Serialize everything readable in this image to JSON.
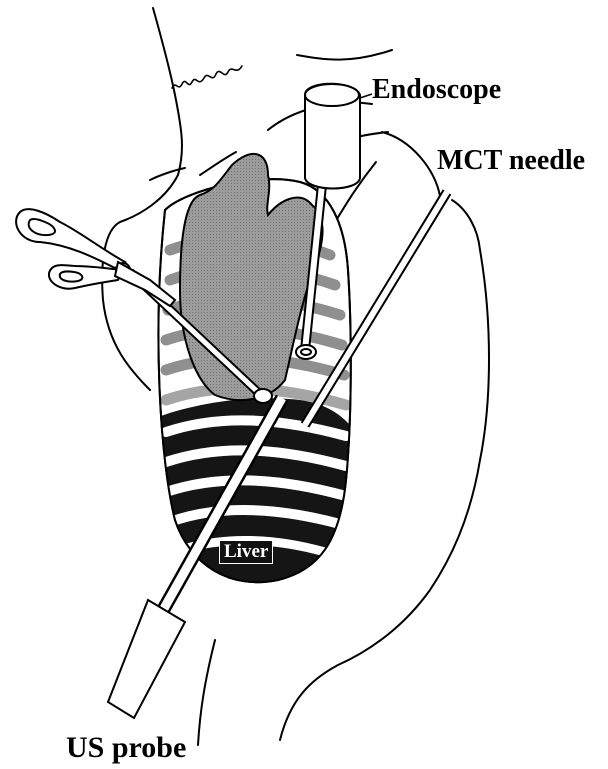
{
  "labels": {
    "endoscope": "Endoscope",
    "mct_needle": "MCT needle",
    "us_probe": "US probe",
    "liver": "Liver"
  },
  "colors": {
    "lung": "#8c8c8c",
    "liver": "#151515",
    "outline": "#000000",
    "rib_gray": "#9a9a9a"
  }
}
